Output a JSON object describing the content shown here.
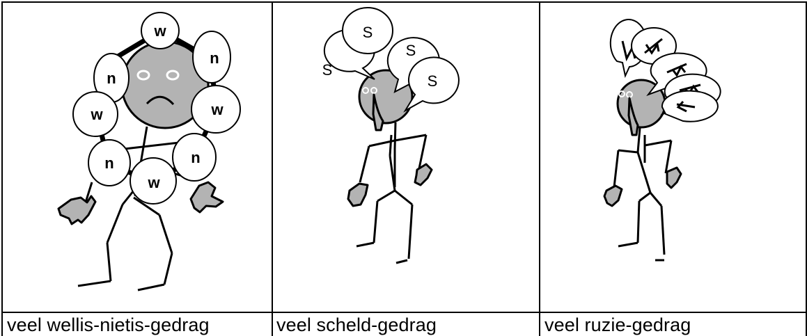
{
  "panels": [
    {
      "caption": "veel wellis-nietis-gedrag",
      "bubbles": [
        "w",
        "n",
        "n",
        "w",
        "w",
        "n",
        "n",
        "w"
      ]
    },
    {
      "caption": "veel scheld-gedrag",
      "bubbles": [
        "S",
        "S",
        "S",
        "S"
      ]
    },
    {
      "caption": "veel ruzie-gedrag"
    }
  ],
  "colors": {
    "figure_fill": "#b3b3b3",
    "line": "#000000",
    "background": "#ffffff"
  },
  "icons": [
    "stick-figure-sad",
    "stick-figure-insulting",
    "stick-figure-fighting",
    "speech-bubble-icon",
    "angry-scribble-icon"
  ]
}
